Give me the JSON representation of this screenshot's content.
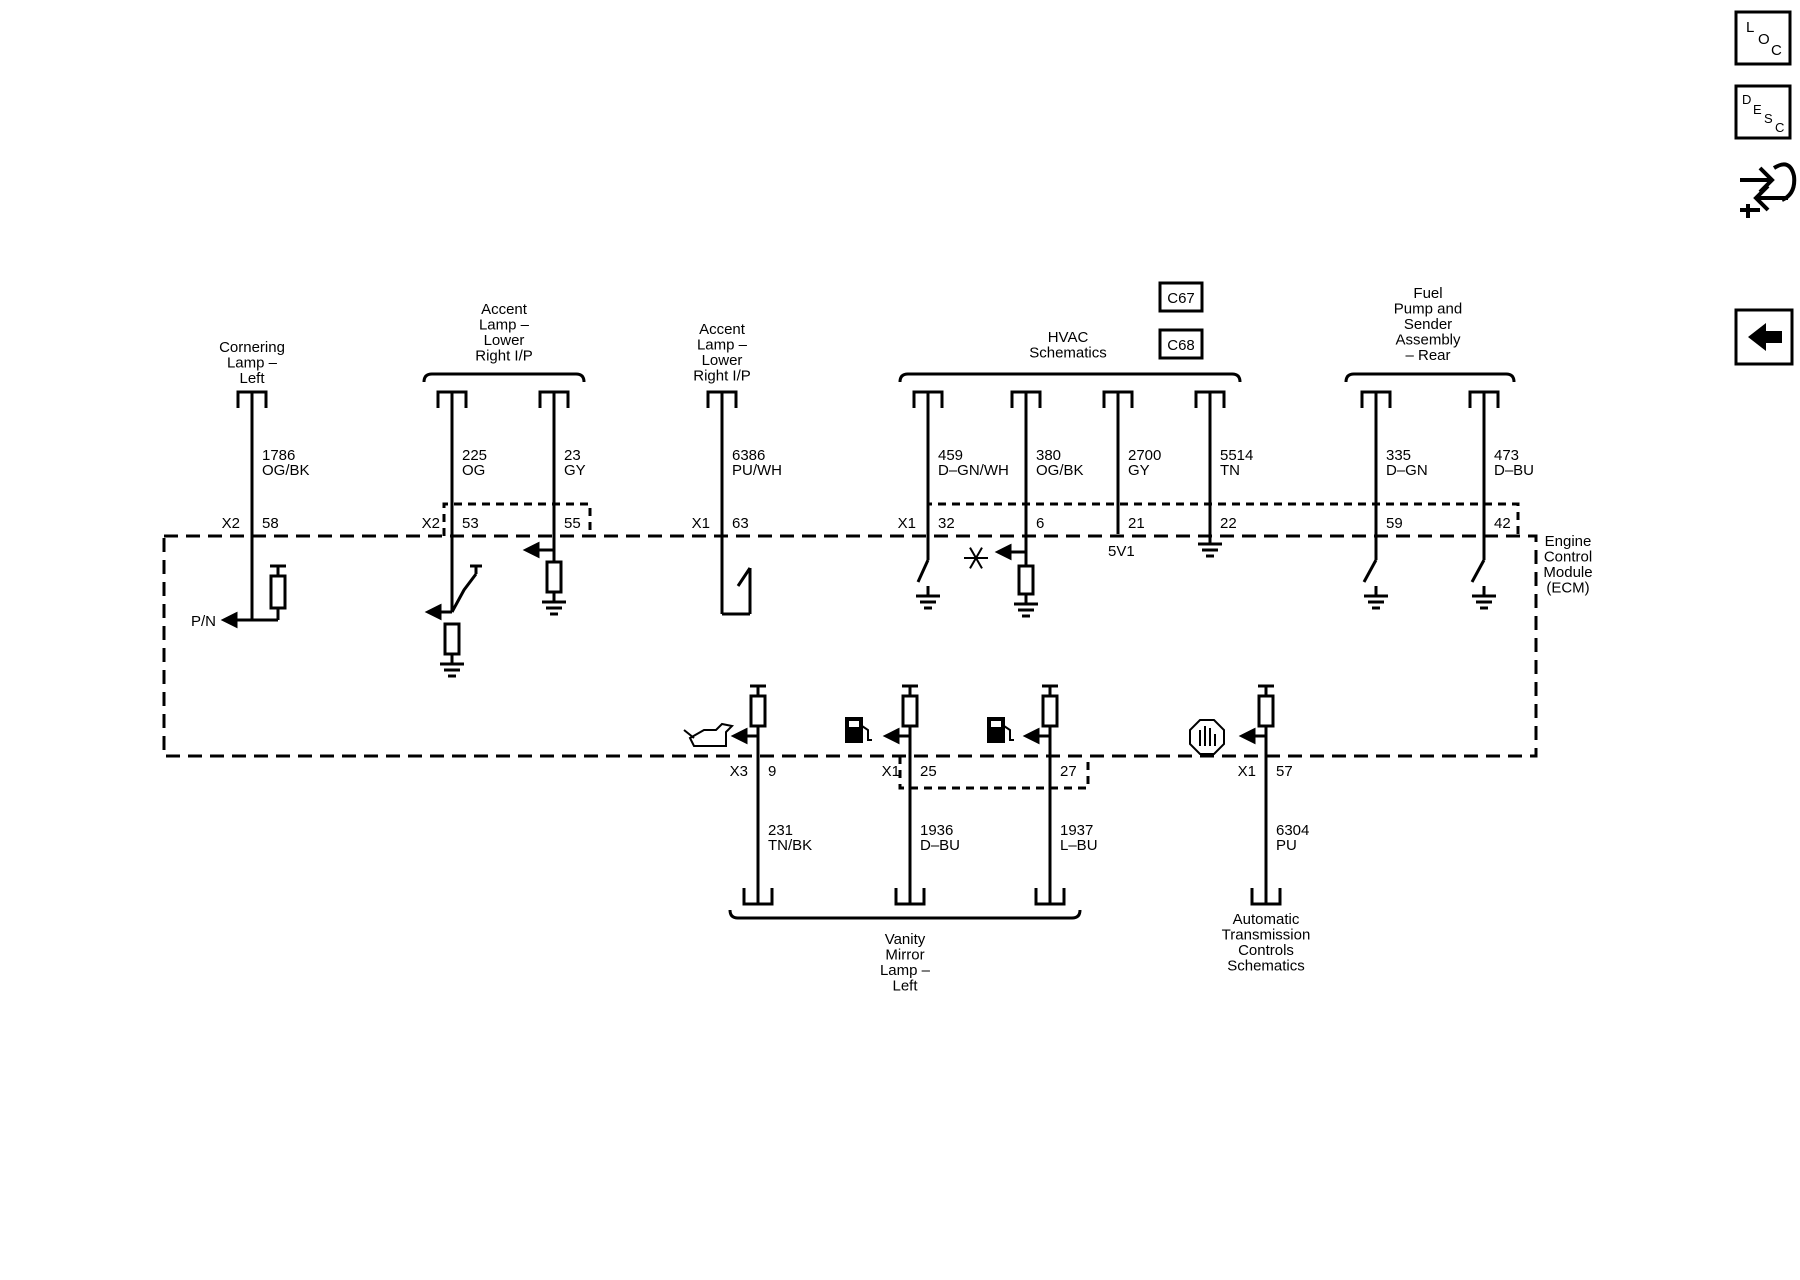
{
  "nav": {
    "loc": [
      "L",
      "O",
      "C"
    ],
    "desc": [
      "D",
      "E",
      "S",
      "C"
    ]
  },
  "components": {
    "cornering_lamp_left": [
      "Cornering",
      "Lamp –",
      "Left"
    ],
    "accent_lamp_lower_right_ip_a": [
      "Accent",
      "Lamp –",
      "Lower",
      "Right I/P"
    ],
    "accent_lamp_lower_right_ip_b": [
      "Accent",
      "Lamp –",
      "Lower",
      "Right I/P"
    ],
    "hvac_schematics": [
      "HVAC",
      "Schematics"
    ],
    "fuel_pump_sender": [
      "Fuel",
      "Pump and",
      "Sender",
      "Assembly",
      "– Rear"
    ],
    "ecm": [
      "Engine",
      "Control",
      "Module",
      "(ECM)"
    ],
    "vanity_mirror_lamp_left": [
      "Vanity",
      "Mirror",
      "Lamp –",
      "Left"
    ],
    "auto_trans_controls": [
      "Automatic",
      "Transmission",
      "Controls",
      "Schematics"
    ]
  },
  "boxes": {
    "c67": "C67",
    "c68": "C68"
  },
  "wires_top": [
    {
      "circuit": "1786",
      "color": "OG/BK",
      "connector": "X2",
      "pin": "58"
    },
    {
      "circuit": "225",
      "color": "OG",
      "connector": "X2",
      "pin": "53"
    },
    {
      "circuit": "23",
      "color": "GY",
      "connector": "",
      "pin": "55"
    },
    {
      "circuit": "6386",
      "color": "PU/WH",
      "connector": "X1",
      "pin": "63"
    },
    {
      "circuit": "459",
      "color": "D–GN/WH",
      "connector": "X1",
      "pin": "32"
    },
    {
      "circuit": "380",
      "color": "OG/BK",
      "connector": "",
      "pin": "6"
    },
    {
      "circuit": "2700",
      "color": "GY",
      "connector": "",
      "pin": "21"
    },
    {
      "circuit": "5514",
      "color": "TN",
      "connector": "",
      "pin": "22"
    },
    {
      "circuit": "335",
      "color": "D–GN",
      "connector": "",
      "pin": "59"
    },
    {
      "circuit": "473",
      "color": "D–BU",
      "connector": "",
      "pin": "42"
    }
  ],
  "wires_bottom": [
    {
      "circuit": "231",
      "color": "TN/BK",
      "connector": "X3",
      "pin": "9"
    },
    {
      "circuit": "1936",
      "color": "D–BU",
      "connector": "X1",
      "pin": "25"
    },
    {
      "circuit": "1937",
      "color": "L–BU",
      "connector": "",
      "pin": "27"
    },
    {
      "circuit": "6304",
      "color": "PU",
      "connector": "X1",
      "pin": "57"
    }
  ],
  "labels": {
    "pn": "P/N",
    "ref_5v": "5V1"
  }
}
